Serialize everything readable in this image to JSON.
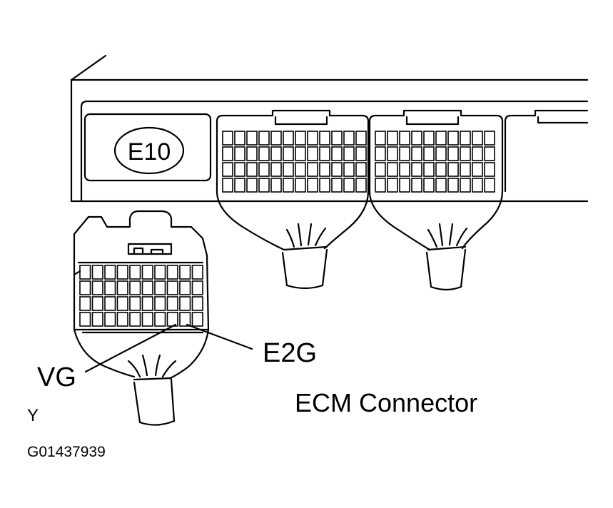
{
  "diagram": {
    "connector_id": "E10",
    "caption": "ECM Connector",
    "callouts": {
      "vg": "VG",
      "e2g": "E2G"
    },
    "corner_letter": "Y",
    "figure_code": "G01437939"
  }
}
